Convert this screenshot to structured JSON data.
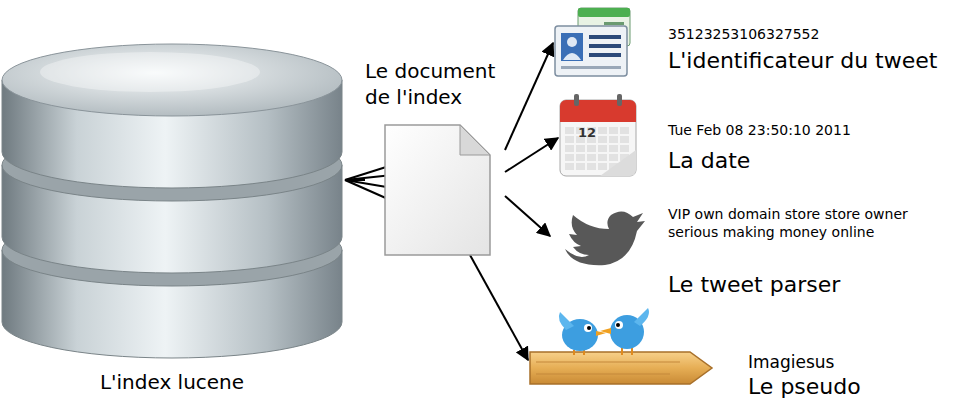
{
  "diagram": {
    "nodes": [
      {
        "text": [
          "L'index lucene"
        ]
      },
      {
        "text": [
          "Le document de l'index"
        ]
      },
      {
        "text": [
          "35123253106327552",
          "L'identificateur du tweet"
        ]
      },
      {
        "text": [
          "Tue Feb 08 23:50:10 2011",
          "La date"
        ]
      },
      {
        "text": [
          "VIP own domain store store owner serious making money online",
          "Le tweet parser"
        ]
      },
      {
        "text": [
          "Imagiesus",
          "Le pseudo"
        ]
      }
    ],
    "edges": [
      {
        "from": 0,
        "to": 1,
        "arrow": "none"
      },
      {
        "from": 1,
        "to": 2,
        "arrow": "to"
      },
      {
        "from": 1,
        "to": 3,
        "arrow": "to"
      },
      {
        "from": 1,
        "to": 4,
        "arrow": "to"
      },
      {
        "from": 1,
        "to": 5,
        "arrow": "to"
      }
    ],
    "labels": [
      "12"
    ]
  }
}
